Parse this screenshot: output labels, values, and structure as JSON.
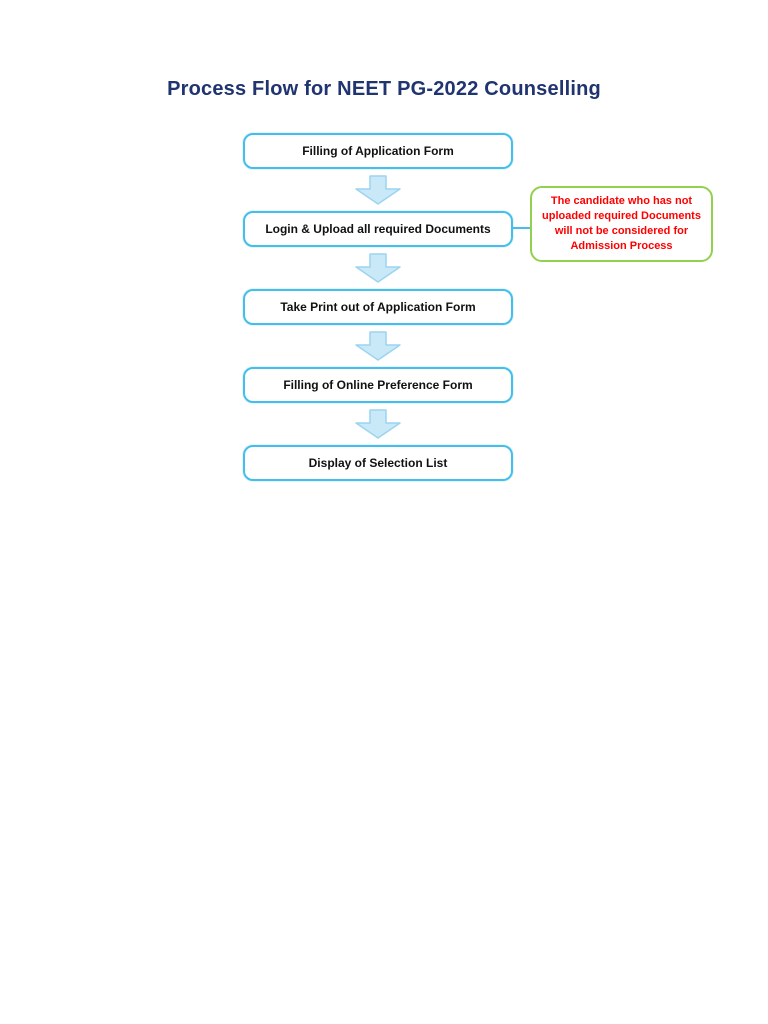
{
  "page": {
    "title": "Process Flow for NEET PG-2022 Counselling"
  },
  "flow": {
    "steps": [
      {
        "label": "Filling of Application Form"
      },
      {
        "label": "Login & Upload all required Documents"
      },
      {
        "label": "Take Print out of Application Form"
      },
      {
        "label": "Filling of Online Preference Form"
      },
      {
        "label": "Display of Selection List"
      }
    ]
  },
  "callout": {
    "text": "The candidate who has not uploaded required Documents will not be considered for Admission Process"
  },
  "icons": {
    "down_arrow": "down-arrow-icon"
  },
  "colors": {
    "title_text": "#1F3470",
    "box_border": "#45BEE9",
    "box_text": "#111111",
    "arrow_fill": "#C9E9F9",
    "arrow_stroke": "#9CD4EF",
    "callout_border": "#92D050",
    "callout_text": "#FF0000"
  }
}
